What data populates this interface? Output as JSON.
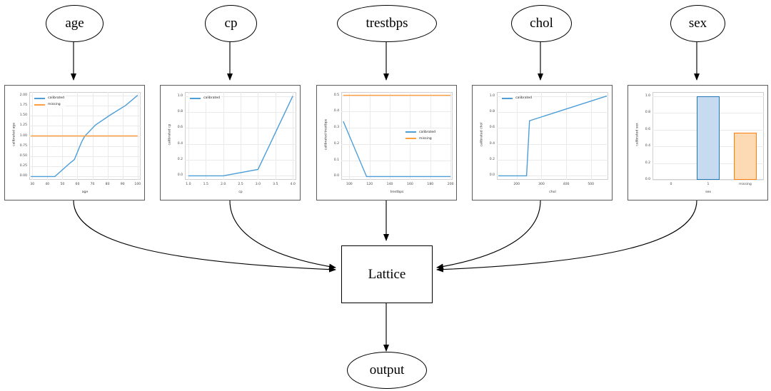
{
  "graph": {
    "nodes": [
      {
        "id": "age",
        "label": "age",
        "shape": "ellipse"
      },
      {
        "id": "cp",
        "label": "cp",
        "shape": "ellipse"
      },
      {
        "id": "trestbps",
        "label": "trestbps",
        "shape": "ellipse"
      },
      {
        "id": "chol",
        "label": "chol",
        "shape": "ellipse"
      },
      {
        "id": "sex",
        "label": "sex",
        "shape": "ellipse"
      },
      {
        "id": "lattice",
        "label": "Lattice",
        "shape": "box"
      },
      {
        "id": "output",
        "label": "output",
        "shape": "ellipse"
      }
    ],
    "edges": [
      {
        "from": "age",
        "to": "age-plot"
      },
      {
        "from": "cp",
        "to": "cp-plot"
      },
      {
        "from": "trestbps",
        "to": "trestbps-plot"
      },
      {
        "from": "chol",
        "to": "chol-plot"
      },
      {
        "from": "sex",
        "to": "sex-plot"
      },
      {
        "from": "age-plot",
        "to": "lattice"
      },
      {
        "from": "cp-plot",
        "to": "lattice"
      },
      {
        "from": "trestbps-plot",
        "to": "lattice"
      },
      {
        "from": "chol-plot",
        "to": "lattice"
      },
      {
        "from": "sex-plot",
        "to": "lattice"
      },
      {
        "from": "lattice",
        "to": "output"
      }
    ]
  },
  "colors": {
    "calibrated": "#4c9ed9",
    "missing": "#ff9f40",
    "calibrated_strong": "#1f77b4",
    "missing_strong": "#ff7f0e",
    "bar_blue_fill": "#c6dbef",
    "bar_blue_edge": "#1f77b4",
    "bar_orange_fill": "#fdd9b4",
    "bar_orange_edge": "#ff7f0e",
    "edge": "#000000",
    "grid": "#eaeaea",
    "spine": "#cfcfcf",
    "panel_border": "#5b5b5b"
  },
  "chart_data": [
    {
      "id": "age-plot",
      "type": "line",
      "title": "",
      "xlabel": "age",
      "ylabel": "calibrated age",
      "xlim": [
        28,
        102
      ],
      "ylim": [
        -0.08,
        2.08
      ],
      "xticks": [
        30,
        40,
        50,
        60,
        70,
        80,
        90,
        100
      ],
      "yticks": [
        0.0,
        0.25,
        0.5,
        0.75,
        1.0,
        1.25,
        1.5,
        1.75,
        2.0
      ],
      "ytick_labels": [
        "0.00",
        "0.25",
        "0.50",
        "0.75",
        "1.00",
        "1.25",
        "1.50",
        "1.75",
        "2.00"
      ],
      "xtick_labels": [
        "30",
        "40",
        "50",
        "60",
        "70",
        "80",
        "90",
        "100"
      ],
      "grid": true,
      "legend_position": "upper left",
      "series": [
        {
          "name": "calibrated",
          "color": "#4c9ed9",
          "x": [
            29,
            45,
            55,
            58,
            63,
            65,
            72,
            82,
            92,
            100
          ],
          "y": [
            0.0,
            0.0,
            0.33,
            0.42,
            0.87,
            1.0,
            1.27,
            1.52,
            1.75,
            2.0
          ]
        },
        {
          "name": "missing",
          "color": "#ff9f40",
          "x": [
            29,
            100
          ],
          "y": [
            1.0,
            1.0
          ]
        }
      ]
    },
    {
      "id": "cp-plot",
      "type": "line",
      "title": "",
      "xlabel": "cp",
      "ylabel": "calibrated cp",
      "xlim": [
        0.9,
        4.1
      ],
      "ylim": [
        -0.05,
        1.05
      ],
      "xticks": [
        1.0,
        1.5,
        2.0,
        2.5,
        3.0,
        3.5,
        4.0
      ],
      "yticks": [
        0.0,
        0.2,
        0.4,
        0.6,
        0.8,
        1.0
      ],
      "ytick_labels": [
        "0.0",
        "0.2",
        "0.4",
        "0.6",
        "0.8",
        "1.0"
      ],
      "xtick_labels": [
        "1.0",
        "1.5",
        "2.0",
        "2.5",
        "3.0",
        "3.5",
        "4.0"
      ],
      "grid": true,
      "legend_position": "upper left",
      "series": [
        {
          "name": "calibrated",
          "color": "#4c9ed9",
          "x": [
            1.0,
            2.0,
            3.0,
            4.0
          ],
          "y": [
            0.0,
            0.0,
            0.08,
            1.0
          ]
        }
      ]
    },
    {
      "id": "trestbps-plot",
      "type": "line",
      "title": "",
      "xlabel": "trestbps",
      "ylabel": "calibrated trestbps",
      "xlim": [
        92,
        202
      ],
      "ylim": [
        -0.02,
        0.52
      ],
      "xticks": [
        100,
        120,
        140,
        160,
        180,
        200
      ],
      "yticks": [
        0.0,
        0.1,
        0.2,
        0.3,
        0.4,
        0.5
      ],
      "ytick_labels": [
        "0.0",
        "0.1",
        "0.2",
        "0.3",
        "0.4",
        "0.5"
      ],
      "xtick_labels": [
        "100",
        "120",
        "140",
        "160",
        "180",
        "200"
      ],
      "grid": true,
      "legend_position": "center right",
      "series": [
        {
          "name": "calibrated",
          "color": "#4c9ed9",
          "x": [
            94,
            117,
            200
          ],
          "y": [
            0.34,
            0.0,
            0.0
          ]
        },
        {
          "name": "missing",
          "color": "#ff9f40",
          "x": [
            94,
            200
          ],
          "y": [
            0.5,
            0.5
          ]
        }
      ]
    },
    {
      "id": "chol-plot",
      "type": "line",
      "title": "",
      "xlabel": "chol",
      "ylabel": "calibrated chol",
      "xlim": [
        120,
        570
      ],
      "ylim": [
        -0.05,
        1.05
      ],
      "xticks": [
        200,
        300,
        400,
        500
      ],
      "yticks": [
        0.0,
        0.2,
        0.4,
        0.6,
        0.8,
        1.0
      ],
      "ytick_labels": [
        "0.0",
        "0.2",
        "0.4",
        "0.6",
        "0.8",
        "1.0"
      ],
      "xtick_labels": [
        "200",
        "300",
        "400",
        "500"
      ],
      "grid": true,
      "legend_position": "upper left",
      "series": [
        {
          "name": "calibrated",
          "color": "#4c9ed9",
          "x": [
            126,
            240,
            252,
            564
          ],
          "y": [
            0.0,
            0.0,
            0.69,
            1.0
          ]
        }
      ]
    },
    {
      "id": "sex-plot",
      "type": "bar",
      "title": "",
      "xlabel": "sex",
      "ylabel": "calibrated sex",
      "categories": [
        "0",
        "1",
        "missing"
      ],
      "values": [
        0.0,
        1.0,
        0.56
      ],
      "bar_colors": [
        "#c6dbef",
        "#c6dbef",
        "#fdd9b4"
      ],
      "bar_edge_colors": [
        "#1f77b4",
        "#1f77b4",
        "#ff7f0e"
      ],
      "ylim": [
        0.0,
        1.05
      ],
      "yticks": [
        0.0,
        0.2,
        0.4,
        0.6,
        0.8,
        1.0
      ],
      "ytick_labels": [
        "0.0",
        "0.2",
        "0.4",
        "0.6",
        "0.8",
        "1.0"
      ],
      "grid": true,
      "legend_position": "none"
    }
  ]
}
